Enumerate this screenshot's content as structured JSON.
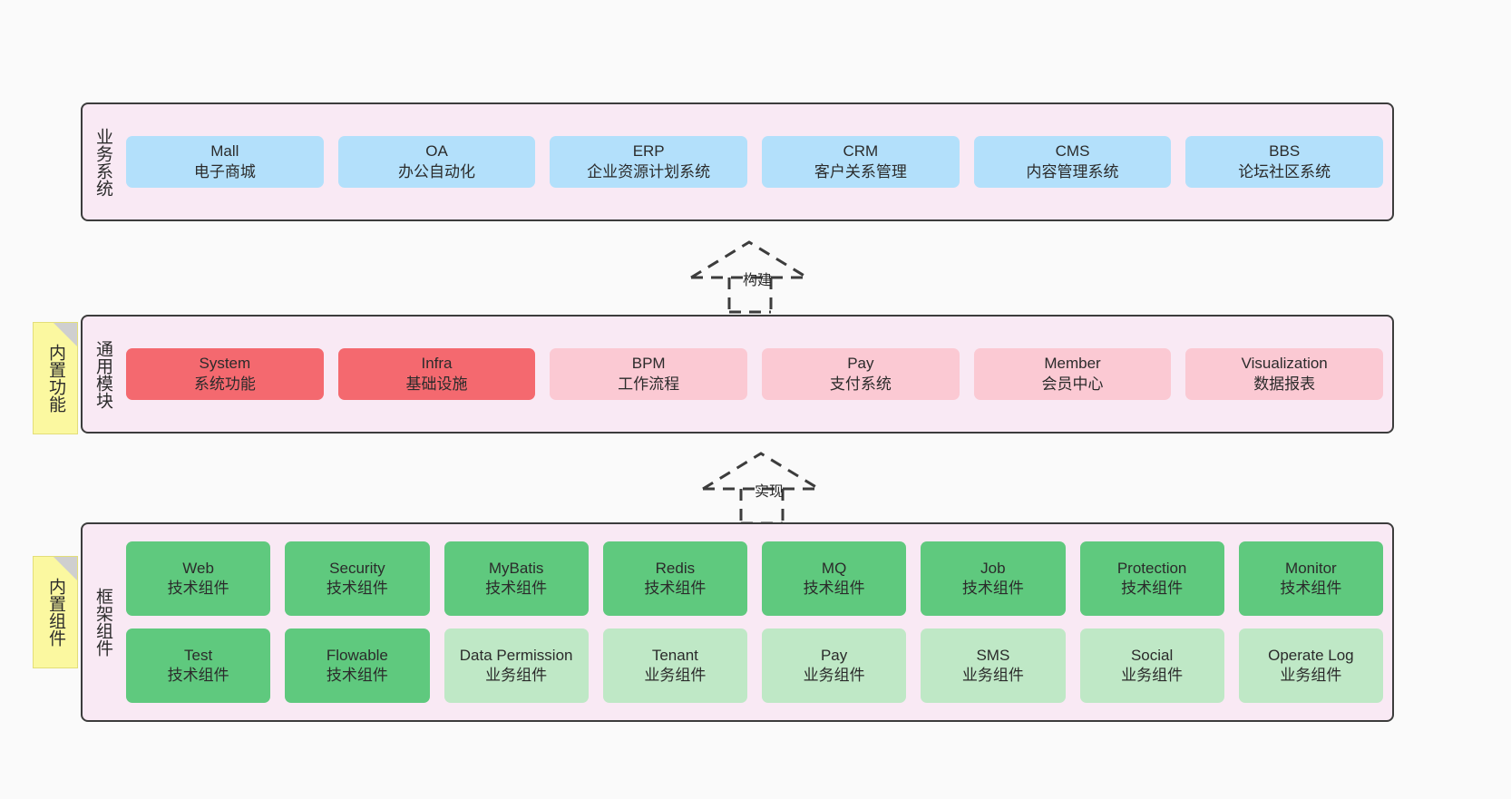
{
  "diagram": {
    "background": "#fafafa",
    "border_color": "#3c3c3c",
    "layer_bg": "#f9e9f4",
    "note_bg": "#fbf8a0"
  },
  "layers": [
    {
      "id": "business",
      "title": "业务系统",
      "rows": [
        [
          {
            "en": "Mall",
            "cn": "电子商城",
            "color": "#b3e0fb",
            "style": "c-blue"
          },
          {
            "en": "OA",
            "cn": "办公自动化",
            "color": "#b3e0fb",
            "style": "c-blue"
          },
          {
            "en": "ERP",
            "cn": "企业资源计划系统",
            "color": "#b3e0fb",
            "style": "c-blue"
          },
          {
            "en": "CRM",
            "cn": "客户关系管理",
            "color": "#b3e0fb",
            "style": "c-blue"
          },
          {
            "en": "CMS",
            "cn": "内容管理系统",
            "color": "#b3e0fb",
            "style": "c-blue"
          },
          {
            "en": "BBS",
            "cn": "论坛社区系统",
            "color": "#b3e0fb",
            "style": "c-blue"
          }
        ]
      ]
    },
    {
      "id": "common",
      "title": "通用模块",
      "note": "内置功能",
      "rows": [
        [
          {
            "en": "System",
            "cn": "系统功能",
            "color": "#f4696f",
            "style": "c-red"
          },
          {
            "en": "Infra",
            "cn": "基础设施",
            "color": "#f4696f",
            "style": "c-red"
          },
          {
            "en": "BPM",
            "cn": "工作流程",
            "color": "#fbc9d3",
            "style": "c-pink"
          },
          {
            "en": "Pay",
            "cn": "支付系统",
            "color": "#fbc9d3",
            "style": "c-pink"
          },
          {
            "en": "Member",
            "cn": "会员中心",
            "color": "#fbc9d3",
            "style": "c-pink"
          },
          {
            "en": "Visualization",
            "cn": "数据报表",
            "color": "#fbc9d3",
            "style": "c-pink"
          }
        ]
      ]
    },
    {
      "id": "framework",
      "title": "框架组件",
      "note": "内置组件",
      "rows": [
        [
          {
            "en": "Web",
            "cn": "技术组件",
            "color": "#5fc97e",
            "style": "c-green"
          },
          {
            "en": "Security",
            "cn": "技术组件",
            "color": "#5fc97e",
            "style": "c-green"
          },
          {
            "en": "MyBatis",
            "cn": "技术组件",
            "color": "#5fc97e",
            "style": "c-green"
          },
          {
            "en": "Redis",
            "cn": "技术组件",
            "color": "#5fc97e",
            "style": "c-green"
          },
          {
            "en": "MQ",
            "cn": "技术组件",
            "color": "#5fc97e",
            "style": "c-green"
          },
          {
            "en": "Job",
            "cn": "技术组件",
            "color": "#5fc97e",
            "style": "c-green"
          },
          {
            "en": "Protection",
            "cn": "技术组件",
            "color": "#5fc97e",
            "style": "c-green"
          },
          {
            "en": "Monitor",
            "cn": "技术组件",
            "color": "#5fc97e",
            "style": "c-green"
          }
        ],
        [
          {
            "en": "Test",
            "cn": "技术组件",
            "color": "#5fc97e",
            "style": "c-green"
          },
          {
            "en": "Flowable",
            "cn": "技术组件",
            "color": "#5fc97e",
            "style": "c-green"
          },
          {
            "en": "Data Permission",
            "cn": "业务组件",
            "color": "#bfe8c6",
            "style": "c-green-lt"
          },
          {
            "en": "Tenant",
            "cn": "业务组件",
            "color": "#bfe8c6",
            "style": "c-green-lt"
          },
          {
            "en": "Pay",
            "cn": "业务组件",
            "color": "#bfe8c6",
            "style": "c-green-lt"
          },
          {
            "en": "SMS",
            "cn": "业务组件",
            "color": "#bfe8c6",
            "style": "c-green-lt"
          },
          {
            "en": "Social",
            "cn": "业务组件",
            "color": "#bfe8c6",
            "style": "c-green-lt"
          },
          {
            "en": "Operate Log",
            "cn": "业务组件",
            "color": "#bfe8c6",
            "style": "c-green-lt"
          }
        ]
      ]
    }
  ],
  "connectors": [
    {
      "id": "build",
      "label": "构建"
    },
    {
      "id": "implement",
      "label": "实现"
    }
  ]
}
